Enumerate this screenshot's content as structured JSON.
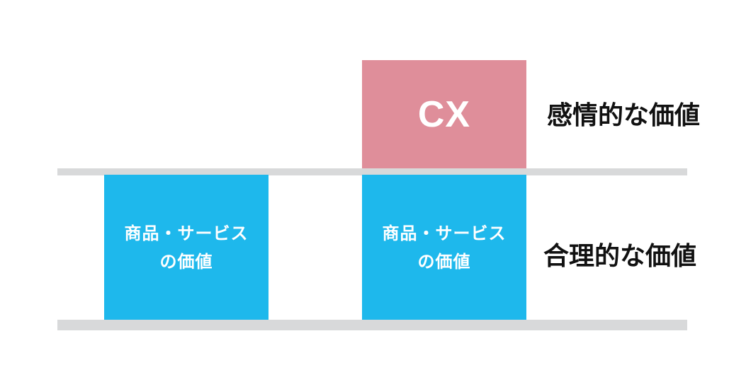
{
  "diagram": {
    "top_box": {
      "text": "CX",
      "color": "#df8e9a"
    },
    "product_boxes": [
      {
        "text": "商品・サービス\nの価値",
        "color": "#1eb8ec"
      },
      {
        "text": "商品・サービス\nの価値",
        "color": "#1eb8ec"
      }
    ],
    "labels": {
      "emotional": "感情的な価値",
      "rational": "合理的な価値"
    },
    "shelf_color": "#d8d9da"
  }
}
